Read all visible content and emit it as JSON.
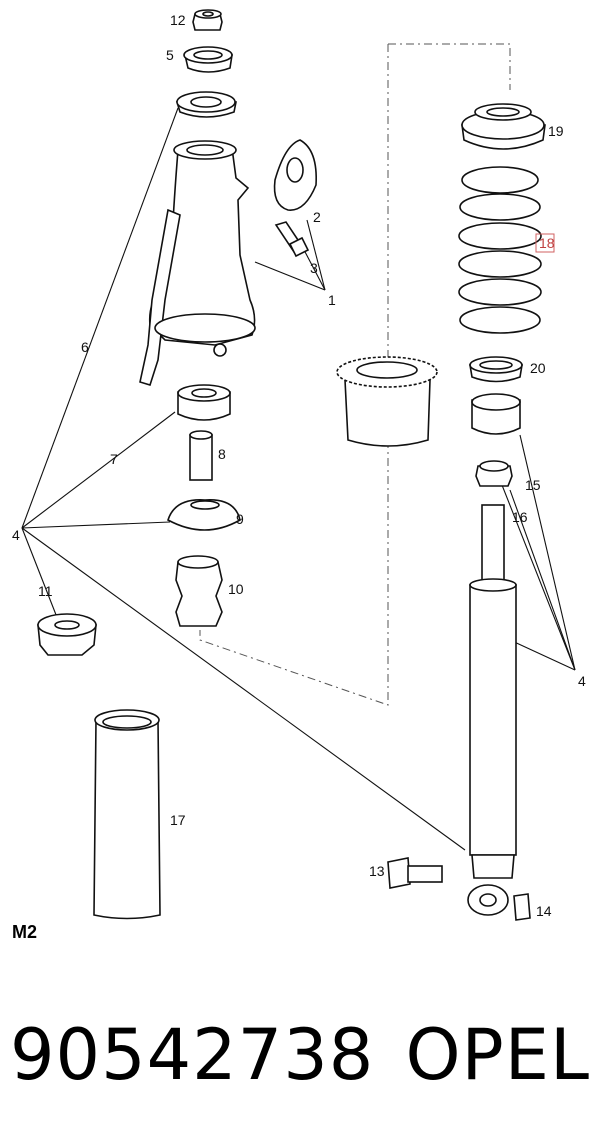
{
  "diagram": {
    "callouts": {
      "c12": "12",
      "c5": "5",
      "c19": "19",
      "c2": "2",
      "c18": "18",
      "c3": "3",
      "c1": "1",
      "c6": "6",
      "c20": "20",
      "c7": "7",
      "c8": "8",
      "c15": "15",
      "c9": "9",
      "c16": "16",
      "c4a": "4",
      "c10": "10",
      "c11": "11",
      "c4b": "4",
      "c17": "17",
      "c13": "13",
      "c14": "14"
    },
    "reference": "M2"
  },
  "footer": {
    "part_number": "90542738",
    "brand": "OPEL"
  }
}
